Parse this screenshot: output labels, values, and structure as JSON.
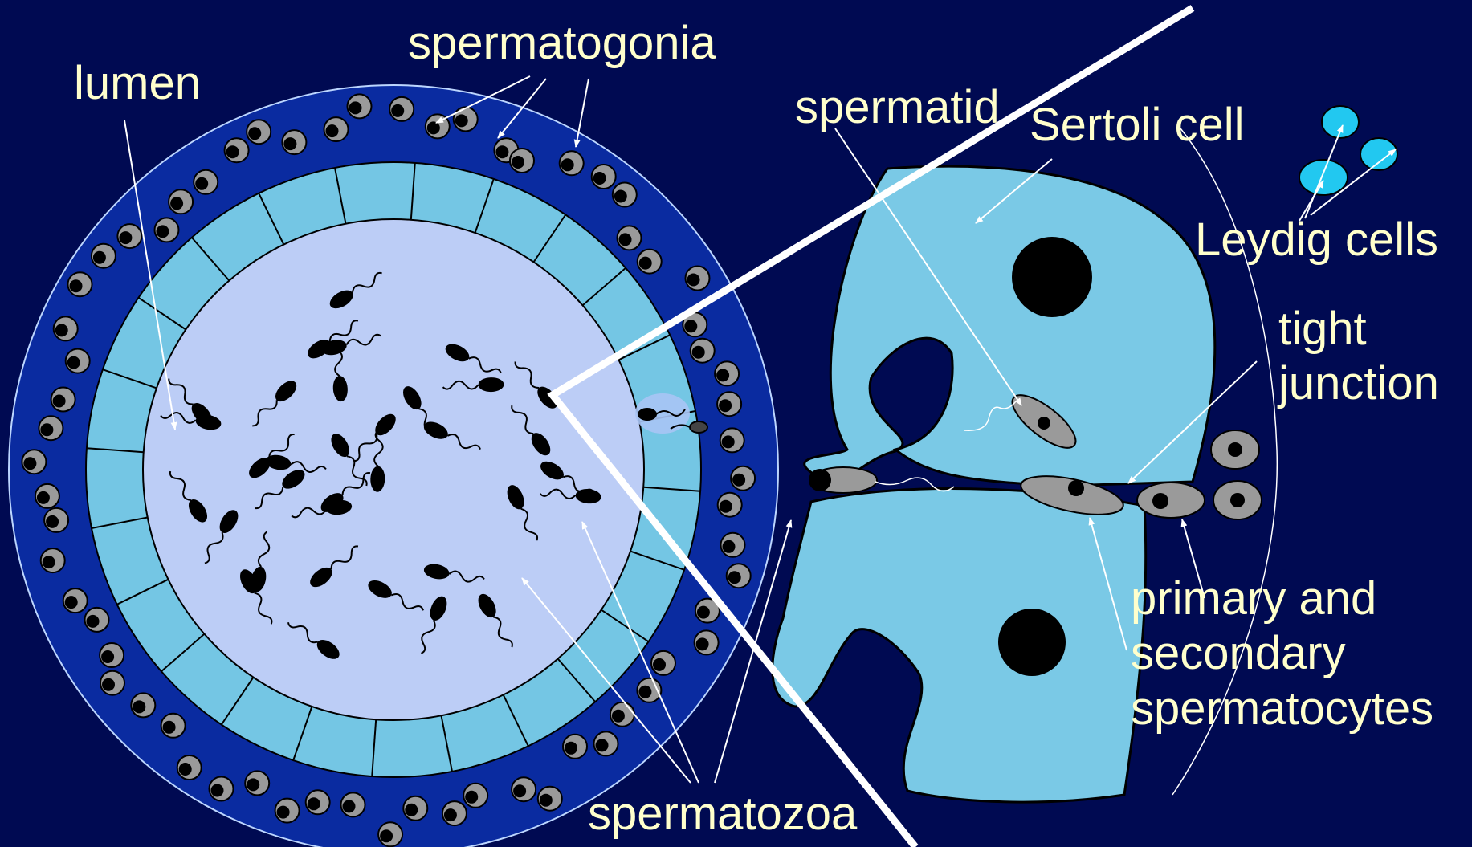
{
  "labels": {
    "lumen": "lumen",
    "spermatogonia": "spermatogonia",
    "spermatid": "spermatid",
    "sertoli_cell": "Sertoli cell",
    "leydig_cells": "Leydig cells",
    "tight_junction_line1": "tight",
    "tight_junction_line2": "junction",
    "spermatocytes_line1": "primary and",
    "spermatocytes_line2": "secondary",
    "spermatocytes_line3": "spermatocytes",
    "spermatozoa": "spermatozoa"
  },
  "colors": {
    "background": "#000a52",
    "outer_ring": "#0a2ba0",
    "sertoli_ring": "#74c6e4",
    "lumen": "#bccdf6",
    "sertoli_cell": "#7ac9e6",
    "spermatocyte": "#9a9a9a",
    "leydig_cell": "#22c8f0",
    "label_text": "#ffffcc"
  }
}
